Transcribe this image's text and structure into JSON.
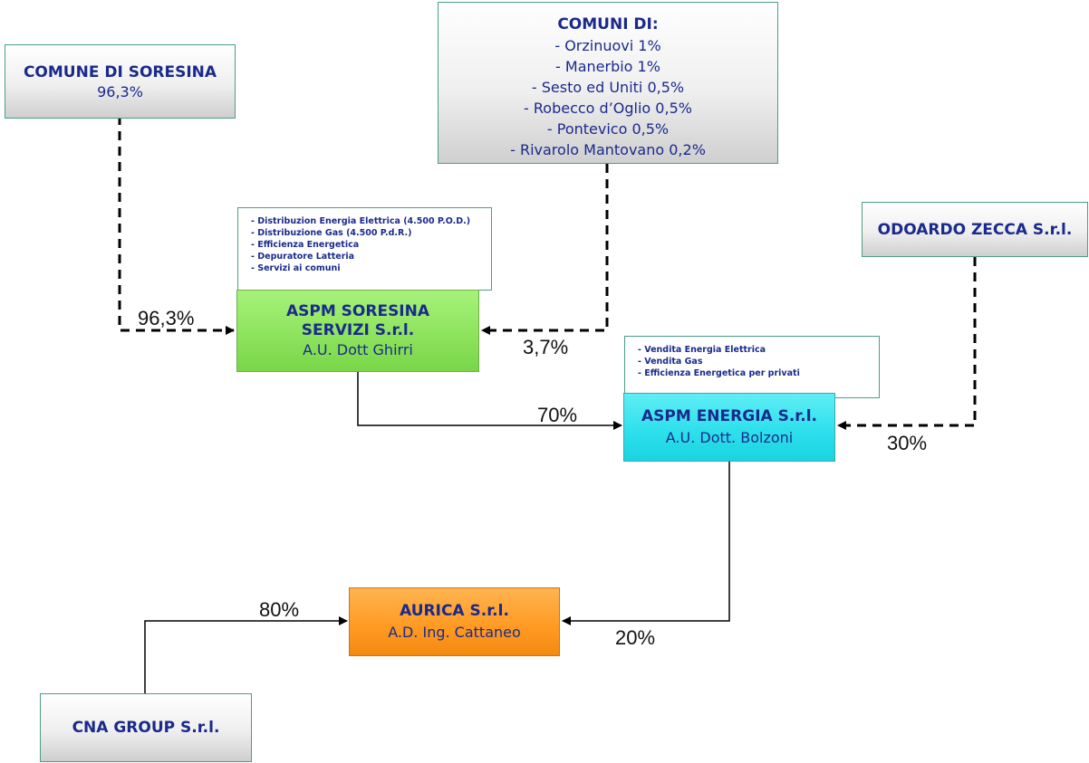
{
  "nodes": {
    "comune_soresina": {
      "name": "COMUNE DI SORESINA",
      "share": "96,3%"
    },
    "comuni": {
      "title": "COMUNI DI:",
      "items": [
        "- Orzinuovi 1%",
        "- Manerbio 1%",
        "- Sesto ed Uniti 0,5%",
        "- Robecco d’Oglio 0,5%",
        "- Pontevico 0,5%",
        "- Rivarolo Mantovano 0,2%"
      ]
    },
    "odoardo": {
      "name": "ODOARDO ZECCA S.r.l."
    },
    "aspm_servizi": {
      "line1": "ASPM SORESINA",
      "line2": "SERVIZI S.r.l.",
      "sub": "A.U. Dott Ghirri"
    },
    "aspm_energia": {
      "name": "ASPM ENERGIA S.r.l.",
      "sub": "A.U. Dott. Bolzoni"
    },
    "aurica": {
      "name": "AURICA S.r.l.",
      "sub": "A.D. Ing. Cattaneo"
    },
    "cna": {
      "name": "CNA GROUP S.r.l."
    }
  },
  "notes": {
    "servizi": [
      "- Distribuzion Energia Elettrica (4.500 P.O.D.)",
      "- Distribuzione Gas (4.500 P.d.R.)",
      "- Efficienza Energetica",
      "- Depuratore Latteria",
      "- Servizi ai comuni"
    ],
    "energia": [
      "- Vendita Energia Elettrica",
      "- Vendita Gas",
      "- Efficienza Energetica per privati"
    ]
  },
  "edges": {
    "soresina_to_servizi": "96,3%",
    "comuni_to_servizi": "3,7%",
    "servizi_to_energia": "70%",
    "odoardo_to_energia": "30%",
    "cna_to_aurica": "80%",
    "energia_to_aurica": "20%"
  },
  "colors": {
    "text": "#1a2a8c",
    "green": "#8ee35d",
    "cyan": "#2ee0ec",
    "orange": "#ff9b25",
    "border": "#4a9e84"
  }
}
